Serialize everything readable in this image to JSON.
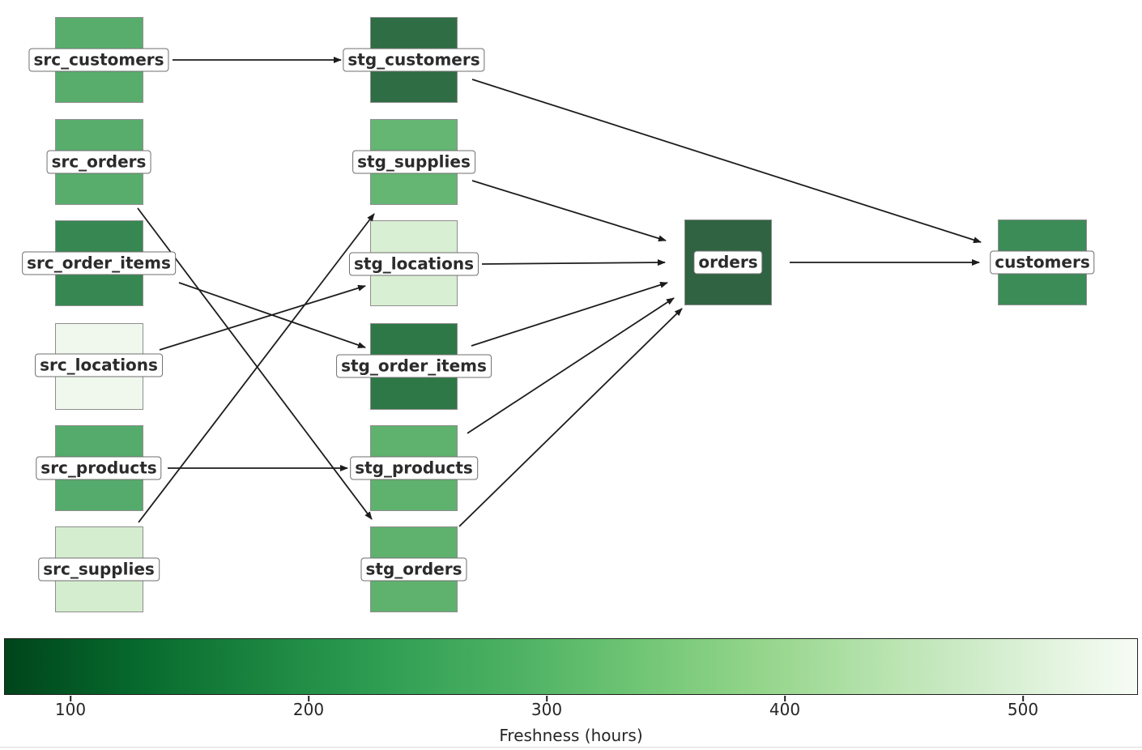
{
  "diagram": {
    "type": "dag-lineage-graph",
    "nodes": [
      {
        "id": "src_customers",
        "label": "src_customers",
        "color": "#58ad6d"
      },
      {
        "id": "src_orders",
        "label": "src_orders",
        "color": "#58ad6d"
      },
      {
        "id": "src_order_items",
        "label": "src_order_items",
        "color": "#378752"
      },
      {
        "id": "src_locations",
        "label": "src_locations",
        "color": "#f0f8ee"
      },
      {
        "id": "src_products",
        "label": "src_products",
        "color": "#55ab6c"
      },
      {
        "id": "src_supplies",
        "label": "src_supplies",
        "color": "#d5edcf"
      },
      {
        "id": "stg_customers",
        "label": "stg_customers",
        "color": "#2f6e45"
      },
      {
        "id": "stg_supplies",
        "label": "stg_supplies",
        "color": "#64b672"
      },
      {
        "id": "stg_locations",
        "label": "stg_locations",
        "color": "#d9efd3"
      },
      {
        "id": "stg_order_items",
        "label": "stg_order_items",
        "color": "#2d7846"
      },
      {
        "id": "stg_products",
        "label": "stg_products",
        "color": "#5fb26e"
      },
      {
        "id": "stg_orders",
        "label": "stg_orders",
        "color": "#5fb26e"
      },
      {
        "id": "orders",
        "label": "orders",
        "color": "#2f6342"
      },
      {
        "id": "customers",
        "label": "customers",
        "color": "#3c8c58"
      }
    ],
    "edges": [
      {
        "from": "src_customers",
        "to": "stg_customers"
      },
      {
        "from": "src_orders",
        "to": "stg_orders"
      },
      {
        "from": "src_order_items",
        "to": "stg_order_items"
      },
      {
        "from": "src_locations",
        "to": "stg_locations"
      },
      {
        "from": "src_products",
        "to": "stg_products"
      },
      {
        "from": "src_supplies",
        "to": "stg_supplies"
      },
      {
        "from": "stg_customers",
        "to": "customers"
      },
      {
        "from": "stg_supplies",
        "to": "orders"
      },
      {
        "from": "stg_locations",
        "to": "orders"
      },
      {
        "from": "stg_order_items",
        "to": "orders"
      },
      {
        "from": "stg_products",
        "to": "orders"
      },
      {
        "from": "stg_orders",
        "to": "orders"
      },
      {
        "from": "orders",
        "to": "customers"
      }
    ],
    "colorbar": {
      "label": "Freshness (hours)",
      "ticks": [
        "100",
        "200",
        "300",
        "400",
        "500"
      ],
      "gradient": [
        "#00441b",
        "#06682c",
        "#1a843f",
        "#2f9e53",
        "#4bb062",
        "#6ec574",
        "#94d58a",
        "#b8e3af",
        "#d8efd3",
        "#f7fcf5"
      ]
    }
  }
}
